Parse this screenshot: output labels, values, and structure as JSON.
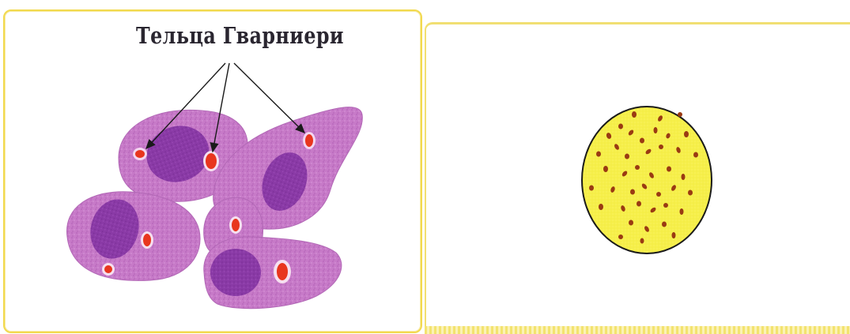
{
  "labels": {
    "guarnieri_bodies": "Тельца Гварниери"
  },
  "colors": {
    "panel_border": "#f2d94e",
    "cell_cytoplasm": "#c77ac8",
    "cell_nucleus": "#8a3aa6",
    "inclusion_body": "#e8361e",
    "culture_plate": "#f6ef4a",
    "colony_dots": "#9a3a12"
  },
  "icons": {
    "left": "infected-cells-illustration",
    "right": "petri-dish-with-colonies"
  }
}
